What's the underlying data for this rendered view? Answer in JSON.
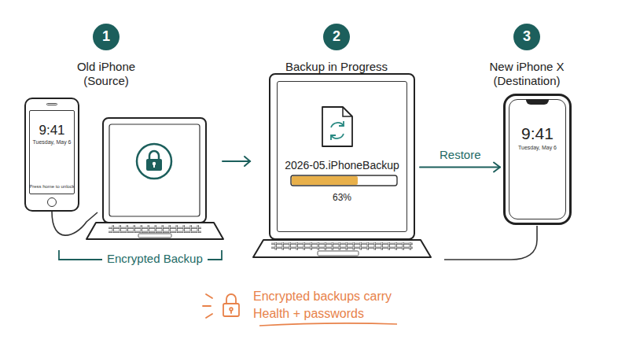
{
  "diagram": {
    "nodes": [
      {
        "text": [
          "1"
        ]
      },
      {
        "text": [
          "2"
        ]
      },
      {
        "text": [
          "3"
        ]
      },
      {
        "text": [
          "9:41",
          "Tuesday, May 6",
          "Press home to unlock"
        ]
      },
      {
        "text": [
          "2026-05.iPhoneBackup",
          "63%"
        ]
      },
      {
        "text": [
          "9:41",
          "Tuesday, May 6"
        ]
      }
    ],
    "edges": [
      {
        "from": 4,
        "to": 5,
        "label": "Restore",
        "arrow": "to"
      }
    ],
    "labels": [
      "Old iPhone (Source)",
      "Backup in Progress",
      "New iPhone X (Destination)",
      "Encrypted Backup",
      "Encrypted backups carry Health + passwords"
    ]
  }
}
